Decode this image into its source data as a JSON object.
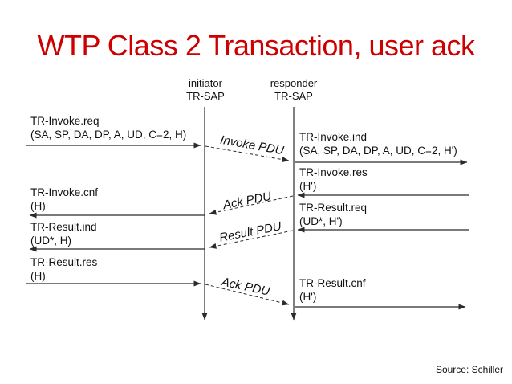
{
  "title": "WTP Class 2 Transaction, user ack",
  "colors": {
    "title": "#cc0000",
    "line": "#2b2b2b",
    "text": "#111111"
  },
  "lifelines": {
    "initiator": {
      "role": "initiator",
      "sap": "TR-SAP"
    },
    "responder": {
      "role": "responder",
      "sap": "TR-SAP"
    }
  },
  "left_primitives": [
    {
      "name": "TR-Invoke.req",
      "params": "(SA, SP, DA, DP, A, UD, C=2, H)"
    },
    {
      "name": "TR-Invoke.cnf",
      "params": "(H)"
    },
    {
      "name": "TR-Result.ind",
      "params": "(UD*, H)"
    },
    {
      "name": "TR-Result.res",
      "params": "(H)"
    }
  ],
  "right_primitives": [
    {
      "name": "TR-Invoke.ind",
      "params": "(SA, SP, DA, DP, A, UD, C=2, H')"
    },
    {
      "name": "TR-Invoke.res",
      "params": "(H')"
    },
    {
      "name": "TR-Result.req",
      "params": "(UD*, H')"
    },
    {
      "name": "TR-Result.cnf",
      "params": "(H')"
    }
  ],
  "pdus": [
    {
      "label": "Invoke PDU"
    },
    {
      "label": "Ack PDU"
    },
    {
      "label": "Result PDU"
    },
    {
      "label": "Ack PDU"
    }
  ],
  "source": "Source: Schiller"
}
